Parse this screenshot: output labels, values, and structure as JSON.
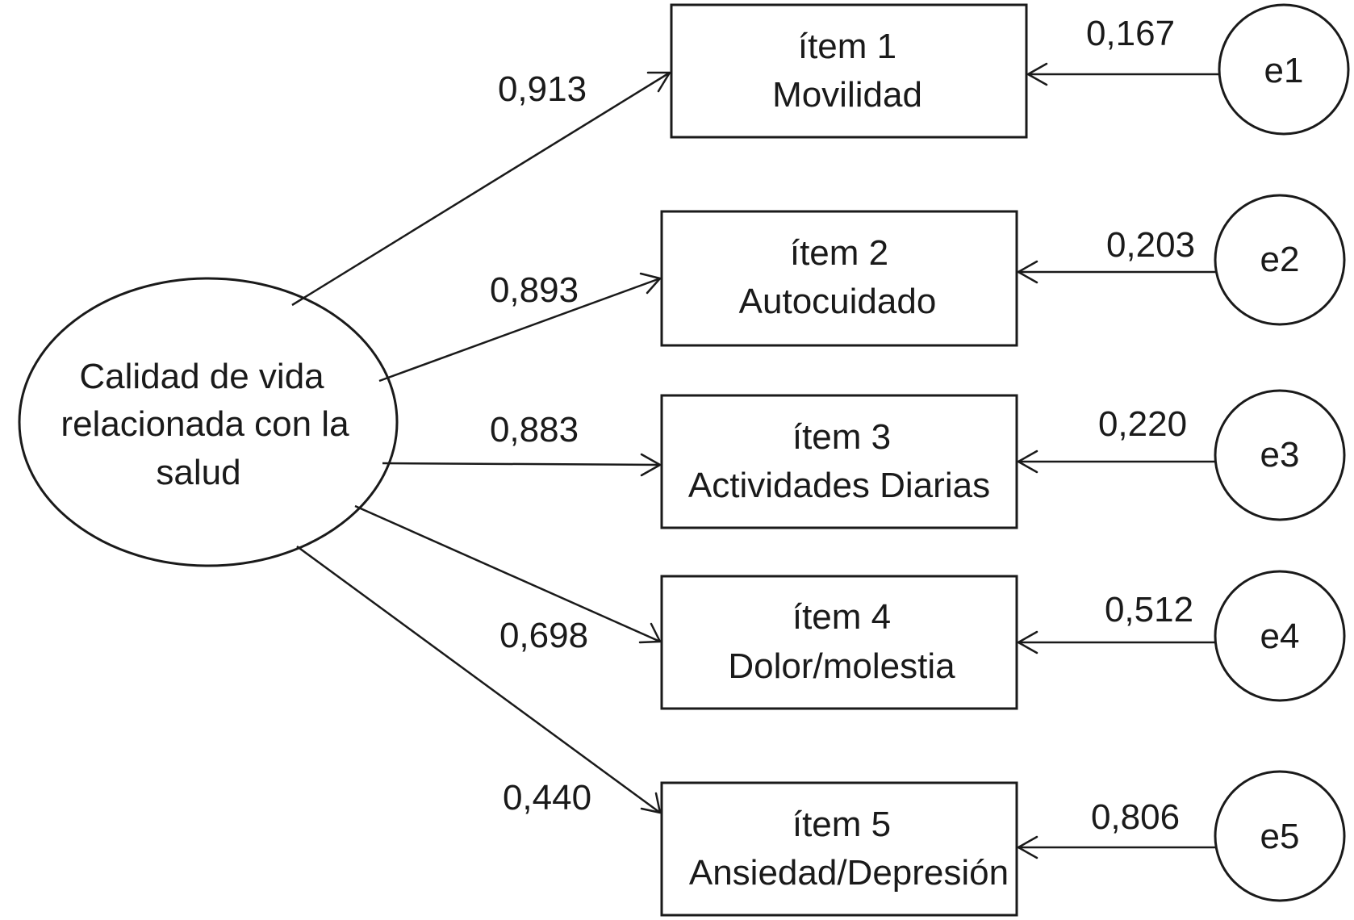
{
  "latent": {
    "lines": [
      "Calidad de vida",
      "relacionada con la",
      "salud"
    ]
  },
  "items": [
    {
      "title": "ítem 1",
      "name": "Movilidad",
      "loading": "0,913",
      "error_label": "e1",
      "error_value": "0,167"
    },
    {
      "title": "ítem 2",
      "name": "Autocuidado",
      "loading": "0,893",
      "error_label": "e2",
      "error_value": "0,203"
    },
    {
      "title": "ítem 3",
      "name": "Actividades Diarias",
      "loading": "0,883",
      "error_label": "e3",
      "error_value": "0,220"
    },
    {
      "title": "ítem 4",
      "name": "Dolor/molestia",
      "loading": "0,698",
      "error_label": "e4",
      "error_value": "0,512"
    },
    {
      "title": "ítem 5",
      "name": "Ansiedad/Depresión",
      "loading": "0,440",
      "error_label": "e5",
      "error_value": "0,806"
    }
  ]
}
